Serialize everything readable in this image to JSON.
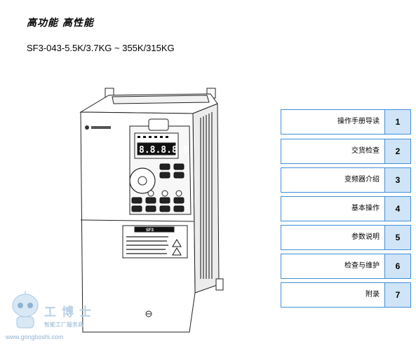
{
  "header": {
    "title": "高功能 高性能",
    "subtitle": "SF3-043-5.5K/3.7KG ~ 355K/315KG"
  },
  "toc": {
    "items": [
      {
        "label": "操作手册导读",
        "number": "1"
      },
      {
        "label": "交货检查",
        "number": "2"
      },
      {
        "label": "变频器介绍",
        "number": "3"
      },
      {
        "label": "基本操作",
        "number": "4"
      },
      {
        "label": "参数说明",
        "number": "5"
      },
      {
        "label": "检查与维护",
        "number": "6"
      },
      {
        "label": "附录",
        "number": "7"
      }
    ]
  },
  "device": {
    "display_digits": "8.8.8.8.8",
    "label_text": "SF3"
  },
  "watermark": {
    "brand": "工博士",
    "tagline": "智能工厂服务商",
    "url": "www.gongboshi.com"
  },
  "colors": {
    "toc_border": "#3f8fd8",
    "toc_number_bg": "#cfe4f7",
    "watermark": "#b9d1e6"
  }
}
